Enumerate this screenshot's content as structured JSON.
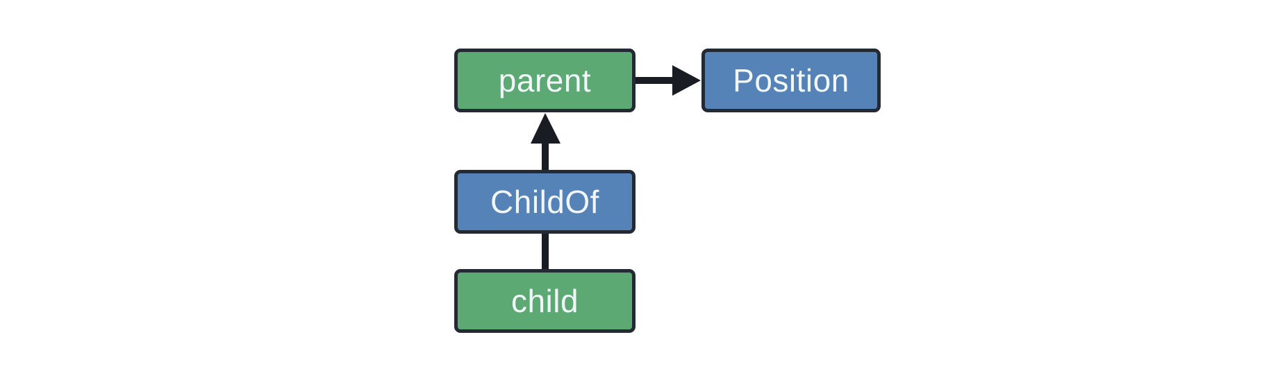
{
  "diagram": {
    "background_color": "#ffffff",
    "colors": {
      "entity_fill": "#5ca973",
      "component_fill": "#5583b7",
      "node_border": "#242a33",
      "arrow": "#191c22",
      "label_text": "#f2f6fa"
    },
    "nodes": [
      {
        "id": "parent",
        "label": "parent",
        "type": "entity"
      },
      {
        "id": "position",
        "label": "Position",
        "type": "component"
      },
      {
        "id": "childof",
        "label": "ChildOf",
        "type": "component"
      },
      {
        "id": "child",
        "label": "child",
        "type": "entity"
      }
    ],
    "edges": [
      {
        "from": "parent",
        "to": "position",
        "style": "arrow-right"
      },
      {
        "from": "childof",
        "to": "parent",
        "style": "arrow-up"
      },
      {
        "from": "child",
        "to": "childof",
        "style": "plain-line"
      }
    ]
  }
}
